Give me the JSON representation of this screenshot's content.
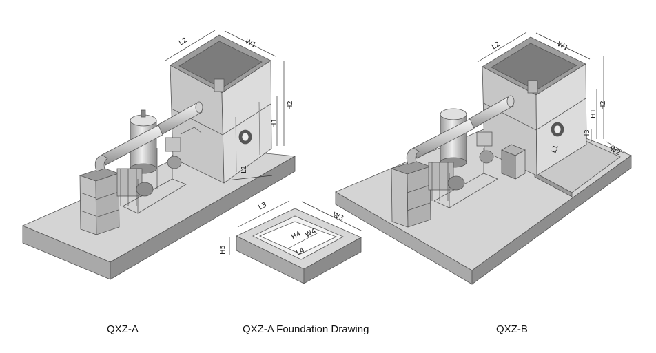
{
  "captions": {
    "qxz_a": "QXZ-A",
    "foundation": "QXZ-A  Foundation Drawing",
    "qxz_b": "QXZ-B"
  },
  "dimension_labels": {
    "qxz_a": {
      "l2": "L2",
      "w1": "W1",
      "h1": "H1",
      "h2": "H2",
      "l1": "L1"
    },
    "foundation": {
      "l3": "L3",
      "w3": "W3",
      "h4": "H4",
      "w4": "W4",
      "l4": "L4",
      "h5": "H5"
    },
    "qxz_b": {
      "l2": "L2",
      "w1": "W1",
      "h1": "H1",
      "h2": "H2",
      "h3": "H3",
      "l1": "L1",
      "w2": "W2"
    }
  }
}
